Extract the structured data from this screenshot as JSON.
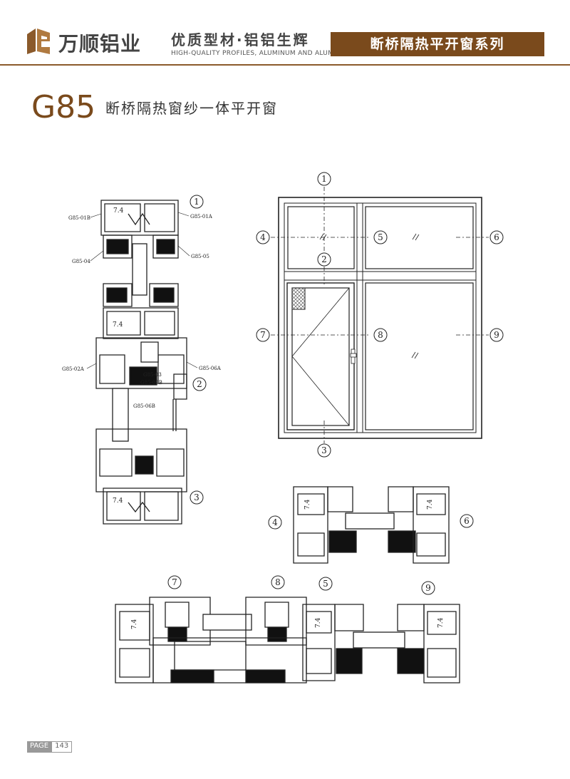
{
  "header": {
    "brand": "万顺铝业",
    "slogan": "优质型材·铝铝生辉",
    "slogan_en": "HIGH-QUALITY PROFILES, ALUMINUM AND ALUMINUM",
    "series": "断桥隔热平开窗系列",
    "brand_color": "#7a4a1c"
  },
  "title": {
    "model": "G85",
    "name": "断桥隔热窗纱一体平开窗"
  },
  "markers": [
    "1",
    "2",
    "3",
    "4",
    "5",
    "6",
    "7",
    "8",
    "9"
  ],
  "dimension": "7.4",
  "part_labels": {
    "p01a": "G85-01A",
    "p01b": "G85-01B",
    "p04": "G85-04",
    "p05": "G85-05",
    "p02a": "G85-02A",
    "p06a": "G85-06A",
    "p03": "G85-03",
    "p02b": "G85-02B",
    "p06b": "G85-06B"
  },
  "footer": {
    "page_label": "PAGE",
    "page_number": "143"
  }
}
